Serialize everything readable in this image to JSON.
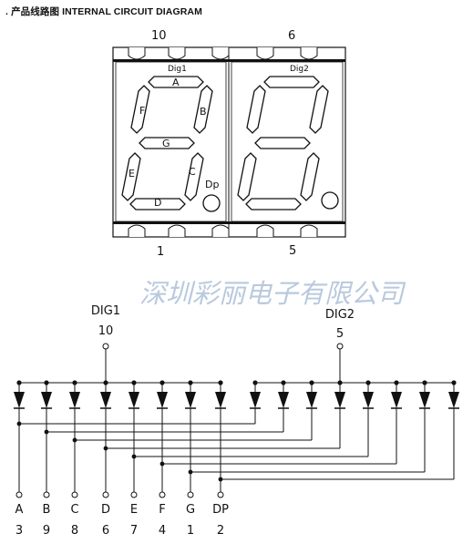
{
  "heading": {
    "prefix": ".",
    "cn": "产品线路图",
    "en": "INTERNAL CIRCUIT DIAGRAM"
  },
  "display": {
    "top_pins": [
      "10",
      "6"
    ],
    "bottom_pins": [
      "1",
      "5"
    ],
    "digit_labels": [
      "Dig1",
      "Dig2"
    ],
    "segment_labels": {
      "A": "A",
      "B": "B",
      "C": "C",
      "D": "D",
      "E": "E",
      "F": "F",
      "G": "G",
      "DP": "Dp"
    }
  },
  "watermark": "深圳彩丽电子有限公司",
  "schematic": {
    "commons": [
      {
        "name": "DIG1",
        "pin": "10"
      },
      {
        "name": "DIG2",
        "pin": "5"
      }
    ],
    "segments": [
      {
        "name": "A",
        "pin": "3"
      },
      {
        "name": "B",
        "pin": "9"
      },
      {
        "name": "C",
        "pin": "8"
      },
      {
        "name": "D",
        "pin": "6"
      },
      {
        "name": "E",
        "pin": "7"
      },
      {
        "name": "F",
        "pin": "4"
      },
      {
        "name": "G",
        "pin": "1"
      },
      {
        "name": "DP",
        "pin": "2"
      }
    ]
  },
  "colors": {
    "line": "#111111",
    "watermark": "#b9c9de"
  }
}
